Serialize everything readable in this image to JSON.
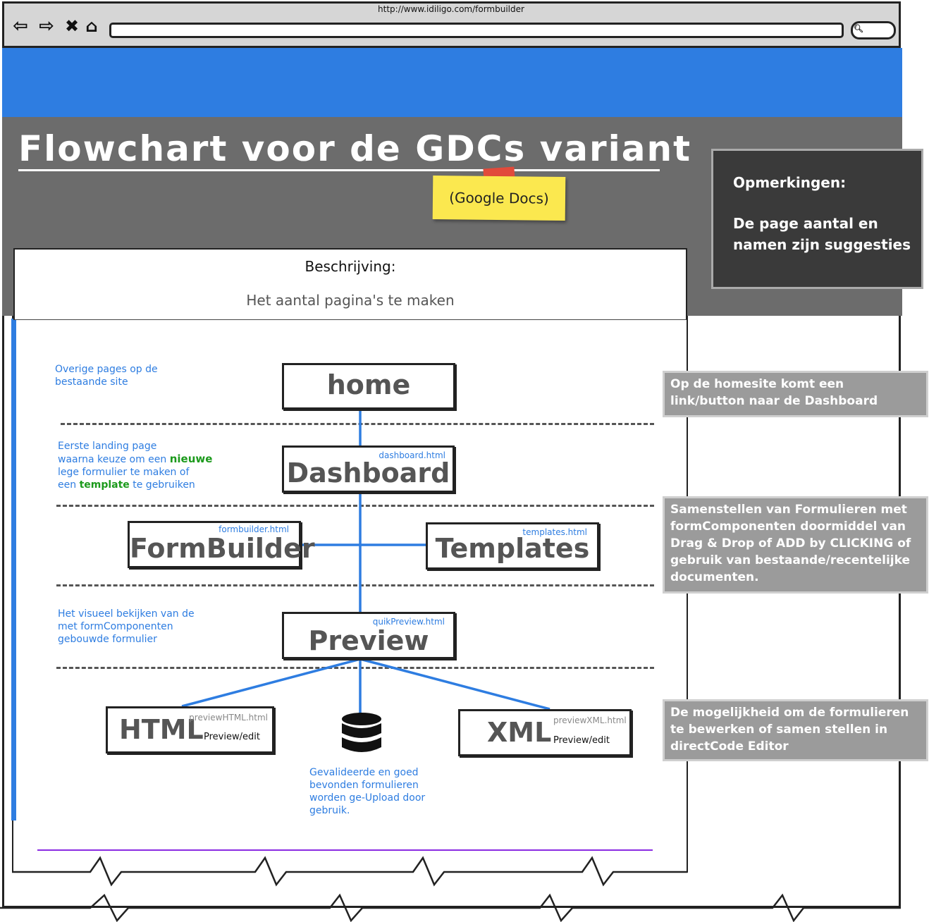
{
  "browser": {
    "url": "http://www.idiligo.com/formbuilder",
    "back_icon": "arrow-left-icon",
    "forward_icon": "arrow-right-icon",
    "close_icon": "close-icon",
    "home_icon": "home-icon",
    "search_icon": "search-icon"
  },
  "header": {
    "title": "Flowchart voor de GDCs variant",
    "sticky_note": "(Google Docs)"
  },
  "remarks": {
    "title": "Opmerkingen:",
    "body": "De page aantal en namen zijn suggesties"
  },
  "description": {
    "heading": "Beschrijving:",
    "body": "Het aantal pagina's te maken"
  },
  "flowchart": {
    "nodes": {
      "home": {
        "label": "home"
      },
      "dashboard": {
        "label": "Dashboard",
        "file": "dashboard.html"
      },
      "formbuilder": {
        "label": "FormBuilder",
        "file": "formbuilder.html"
      },
      "templates": {
        "label": "Templates",
        "file": "templates.html"
      },
      "preview": {
        "label": "Preview",
        "file": "quikPreview.html"
      },
      "html": {
        "label": "HTML",
        "file": "previewHTML.html",
        "sub": "Preview/edit"
      },
      "xml": {
        "label": "XML",
        "file": "previewXML.html",
        "sub": "Preview/edit"
      },
      "database": {
        "icon": "database-icon"
      }
    },
    "notes": {
      "home": "Overige pages op de bestaande site",
      "dashboard_line1": "Eerste landing page",
      "dashboard_line2a": "waarna keuze om een",
      "dashboard_line2b": "nieuwe",
      "dashboard_line3": "lege formulier te maken of",
      "dashboard_line4a": "een",
      "dashboard_line4b": "template",
      "dashboard_line4c": "te gebruiken",
      "preview": "Het visueel bekijken van de met formComponenten gebouwde formulier",
      "database": "Gevalideerde en goed bevonden formulieren worden ge-Upload door gebruik."
    }
  },
  "callouts": {
    "home": "Op de homesite komt een link/button naar de Dashboard",
    "formbuilder": "Samenstellen van Formulieren met formComponenten doormiddel van Drag & Drop of ADD by CLICKING of gebruik van bestaande/recentelijke documenten.",
    "code": "De mogelijkheid om de formulieren te bewerken of samen stellen in directCode Editor"
  },
  "colors": {
    "banner": "#2e7de1",
    "header_bg": "#6c6c6c",
    "connector": "#2e7de1",
    "sticky": "#fbe84f",
    "remarks_bg": "#3a3a3a",
    "callout_bg": "#9b9b9b",
    "note_text": "#2e7de1",
    "highlight": "#1c9a1c"
  }
}
